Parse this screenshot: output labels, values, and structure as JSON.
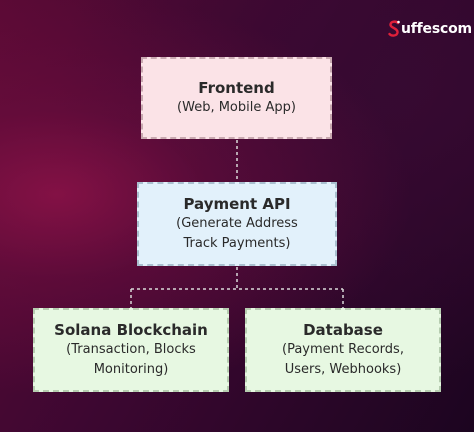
{
  "brand": {
    "name": "uffescom"
  },
  "nodes": {
    "frontend": {
      "title": "Frontend",
      "lines": [
        "(Web, Mobile App)"
      ]
    },
    "api": {
      "title": "Payment API",
      "lines": [
        "(Generate Address",
        "Track Payments)"
      ]
    },
    "solana": {
      "title": "Solana Blockchain",
      "lines": [
        "(Transaction, Blocks",
        "Monitoring)"
      ]
    },
    "database": {
      "title": "Database",
      "lines": [
        "(Payment Records,",
        "Users, Webhooks)"
      ]
    }
  },
  "colors": {
    "frontend_fill": "#fbe3e7",
    "api_fill": "#e2f1fb",
    "leaf_fill": "#e7f8e2",
    "connector": "#d9d9d9",
    "brand_mark": "#e0203a"
  }
}
